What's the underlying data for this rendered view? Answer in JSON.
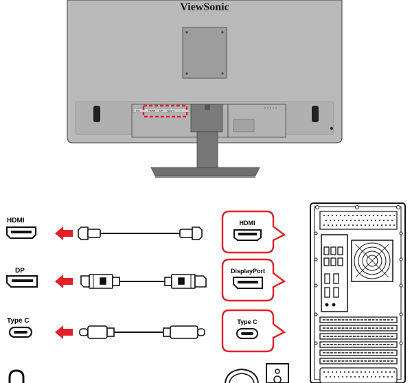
{
  "monitor": {
    "brand": "ViewSonic",
    "port_strip": [
      "DC",
      "HDMI",
      "DP",
      "Type-C",
      "∩"
    ]
  },
  "connections": [
    {
      "label": "HDMI",
      "source_label": "HDMI",
      "cable": "hdmi-cable"
    },
    {
      "label": "DP",
      "source_label": "DisplayPort",
      "cable": "displayport-cable"
    },
    {
      "label": "Type C",
      "source_label": "Type C",
      "cable": "usb-c-cable"
    },
    {
      "label": "",
      "source_label": "",
      "cable": "audio"
    }
  ],
  "colors": {
    "monitor_body": "#b7b7b7",
    "monitor_dark": "#6e6e6e",
    "accent_red": "#e3202a",
    "outline": "#111111"
  }
}
